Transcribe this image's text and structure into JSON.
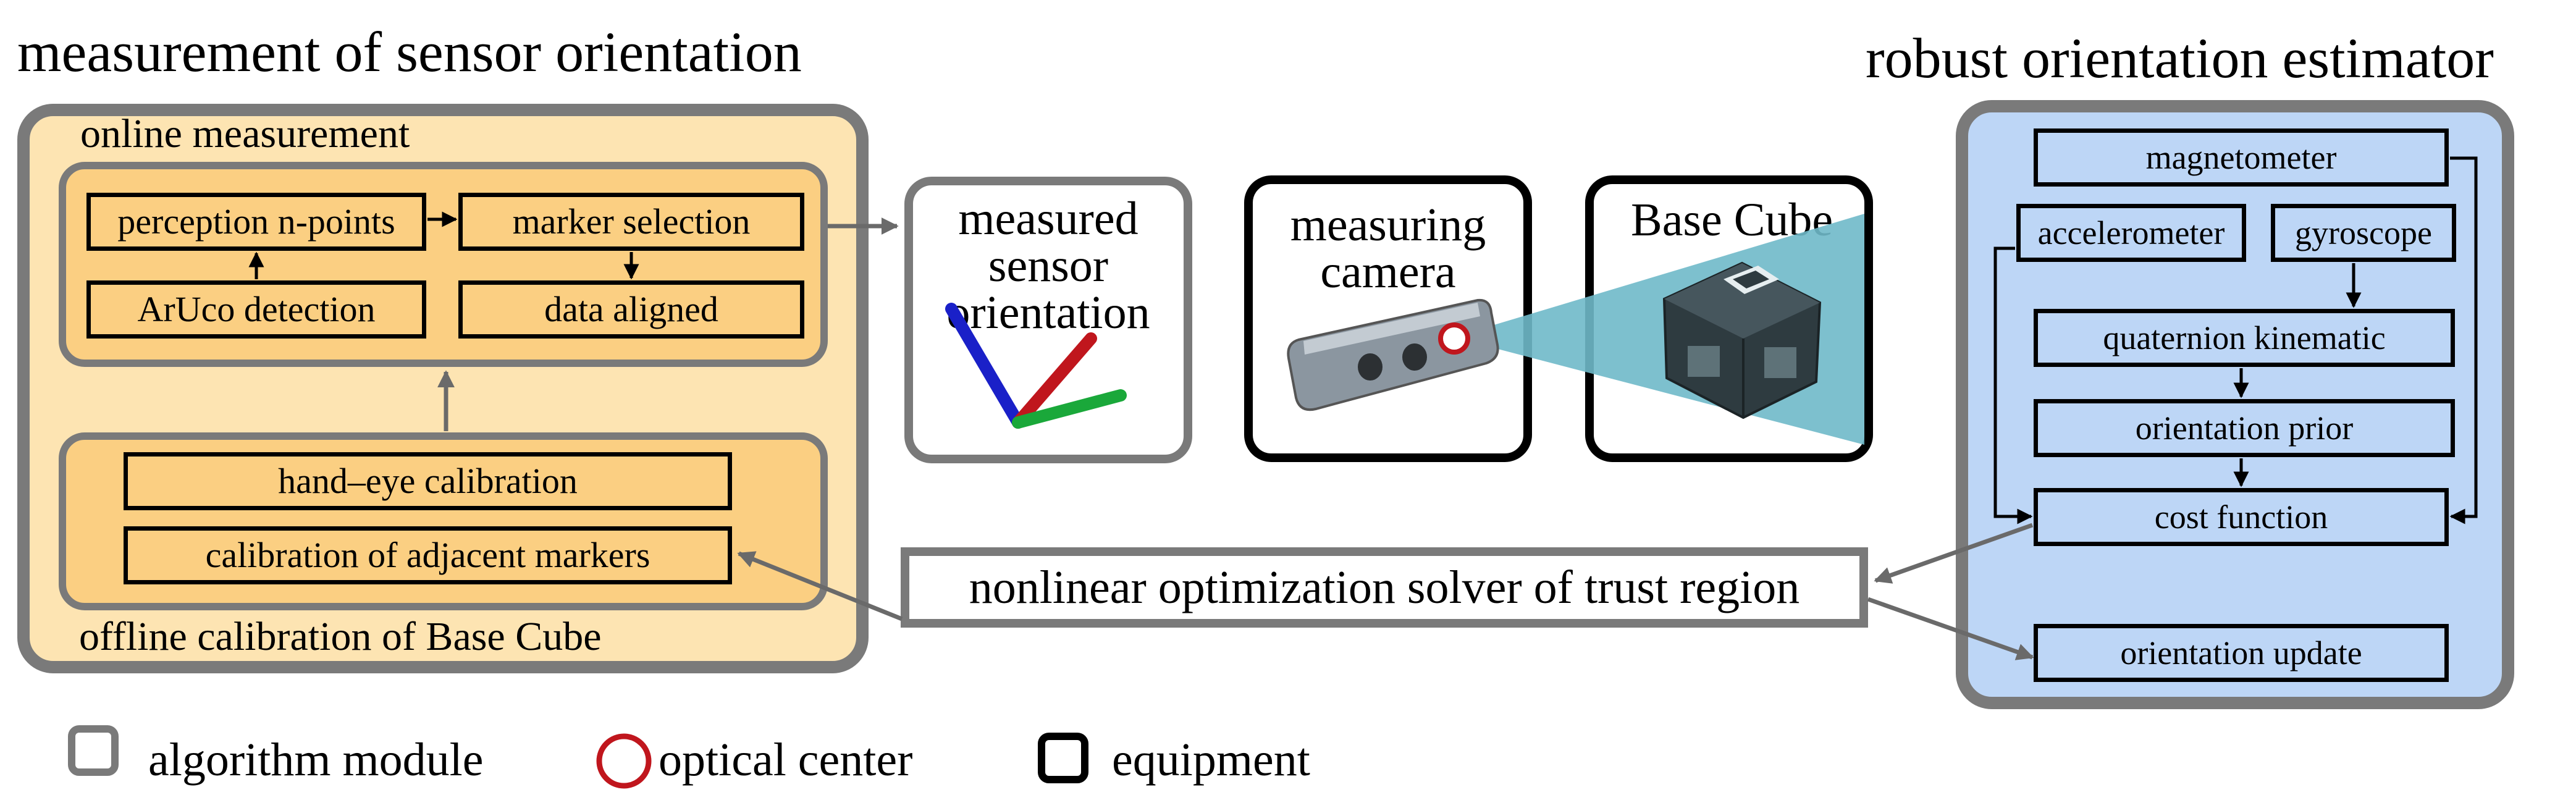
{
  "titles": {
    "left": "measurement of sensor orientation",
    "right": "robust orientation estimator"
  },
  "online": {
    "label": "online measurement",
    "perception": "perception n-points",
    "marker_selection": "marker selection",
    "aruco": "ArUco detection",
    "data_aligned": "data aligned"
  },
  "offline": {
    "label": "offline calibration of Base Cube",
    "hand_eye": "hand–eye calibration",
    "adjacent": "calibration of adjacent markers"
  },
  "measured": {
    "line1": "measured",
    "line2": "sensor",
    "line3": "orientation",
    "axis_colors": {
      "x": "#1aa83a",
      "y": "#c0161d",
      "z": "#1a20c8"
    }
  },
  "camera": {
    "line1": "measuring",
    "line2": "camera",
    "optical_center_color": "#c0161d"
  },
  "base_cube": {
    "label": "Base Cube",
    "fov_color": "#6fb9c9"
  },
  "solver": "nonlinear optimization solver of trust region",
  "estimator": {
    "magnetometer": "magnetometer",
    "accelerometer": "accelerometer",
    "gyroscope": "gyroscope",
    "quaternion": "quaternion kinematic",
    "prior": "orientation prior",
    "cost": "cost function",
    "update": "orientation update"
  },
  "legend": {
    "algorithm": "algorithm module",
    "optical": "optical center",
    "equipment": "equipment"
  }
}
